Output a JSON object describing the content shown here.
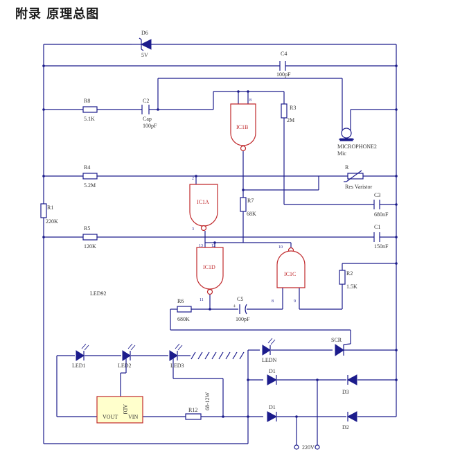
{
  "title": "附录  原理总图",
  "components": {
    "d6": {
      "ref": "D6",
      "value": "5V"
    },
    "c4": {
      "ref": "C4",
      "value": "100pF"
    },
    "r8": {
      "ref": "R8",
      "value": "5.1K"
    },
    "c2": {
      "ref": "C2",
      "type": "Cap",
      "value": "100pF"
    },
    "r3": {
      "ref": "R3",
      "value": "2M"
    },
    "ic1b": {
      "ref": "IC1B"
    },
    "mic": {
      "ref": "MICROPHONE2",
      "type": "Mic"
    },
    "r4": {
      "ref": "R4",
      "value": "5.2M"
    },
    "rv": {
      "ref": "R",
      "type": "Res Varistor"
    },
    "ic1a": {
      "ref": "IC1A"
    },
    "r1": {
      "ref": "R1",
      "value": "220K"
    },
    "r7": {
      "ref": "R7",
      "value": "68K"
    },
    "c3": {
      "ref": "C3",
      "value": "680nF"
    },
    "r5": {
      "ref": "R5",
      "value": "120K"
    },
    "c1": {
      "ref": "C1",
      "value": "150nF"
    },
    "ic1d": {
      "ref": "IC1D"
    },
    "ic1c": {
      "ref": "IC1C"
    },
    "r2": {
      "ref": "R2",
      "value": "1.5K"
    },
    "led92": {
      "ref": "LED92"
    },
    "r6": {
      "ref": "R6",
      "value": "680K"
    },
    "c5": {
      "ref": "C5",
      "value": "100pF"
    },
    "scr": {
      "ref": "SCR"
    },
    "led1": {
      "ref": "LED1"
    },
    "led2": {
      "ref": "LED2"
    },
    "led3": {
      "ref": "LED3"
    },
    "ledn": {
      "ref": "LEDN"
    },
    "d1a": {
      "ref": "D1"
    },
    "d1b": {
      "ref": "D1"
    },
    "d3": {
      "ref": "D3"
    },
    "d2": {
      "ref": "D2"
    },
    "reg": {
      "ref": "ADJ",
      "vout": "VOUT",
      "vin": "VIN"
    },
    "r12": {
      "ref": "R12",
      "value": "68-12W"
    },
    "ac": {
      "label": "220V"
    }
  },
  "pins": {
    "ic1b_a": "8",
    "ic1a_a": "2",
    "ic1a_b": "3",
    "ic1d_a": "13",
    "ic1d_b": "12",
    "ic1d_out": "11",
    "ic1c_a": "10",
    "ic1c_b": "8",
    "ic1c_out": "9"
  }
}
